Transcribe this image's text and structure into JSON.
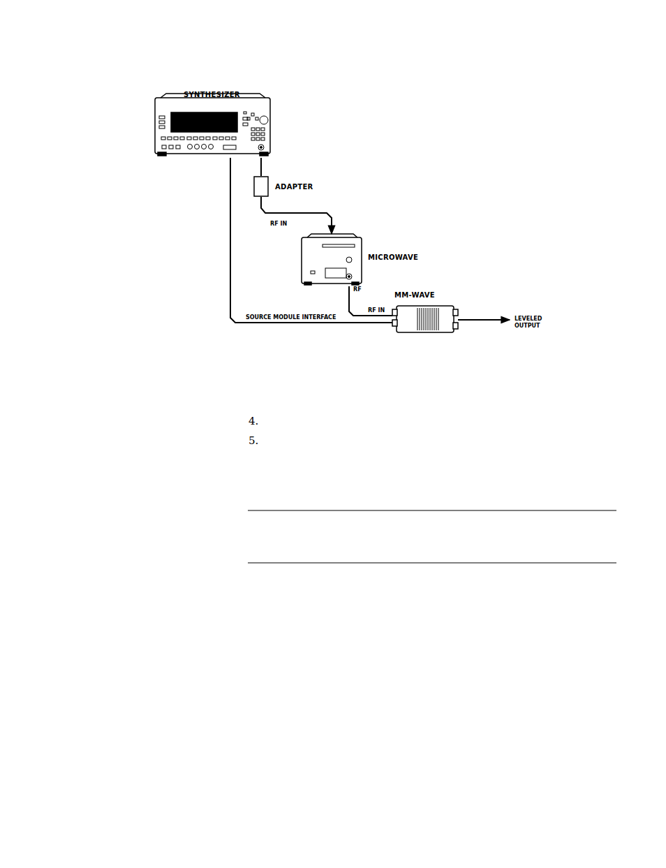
{
  "diagram": {
    "nodes": [
      {
        "text": [
          "SYNTHESIZER"
        ]
      },
      {
        "text": [
          "ADAPTER"
        ]
      },
      {
        "text": [
          "MICROWAVE"
        ]
      },
      {
        "text": [
          "MM-WAVE"
        ]
      }
    ],
    "edges": [
      {
        "from": 0,
        "to": 1,
        "arrow": "none"
      },
      {
        "from": 1,
        "to": 2,
        "label": "RF IN",
        "arrow": "to"
      },
      {
        "from": 2,
        "to": 3,
        "label": "RF IN",
        "arrow": "none"
      },
      {
        "from": 0,
        "to": 3,
        "label": "SOURCE MODULE INTERFACE",
        "arrow": "none"
      }
    ],
    "labels": [
      "RF",
      "LEVELED OUTPUT",
      "4.",
      "5."
    ]
  }
}
